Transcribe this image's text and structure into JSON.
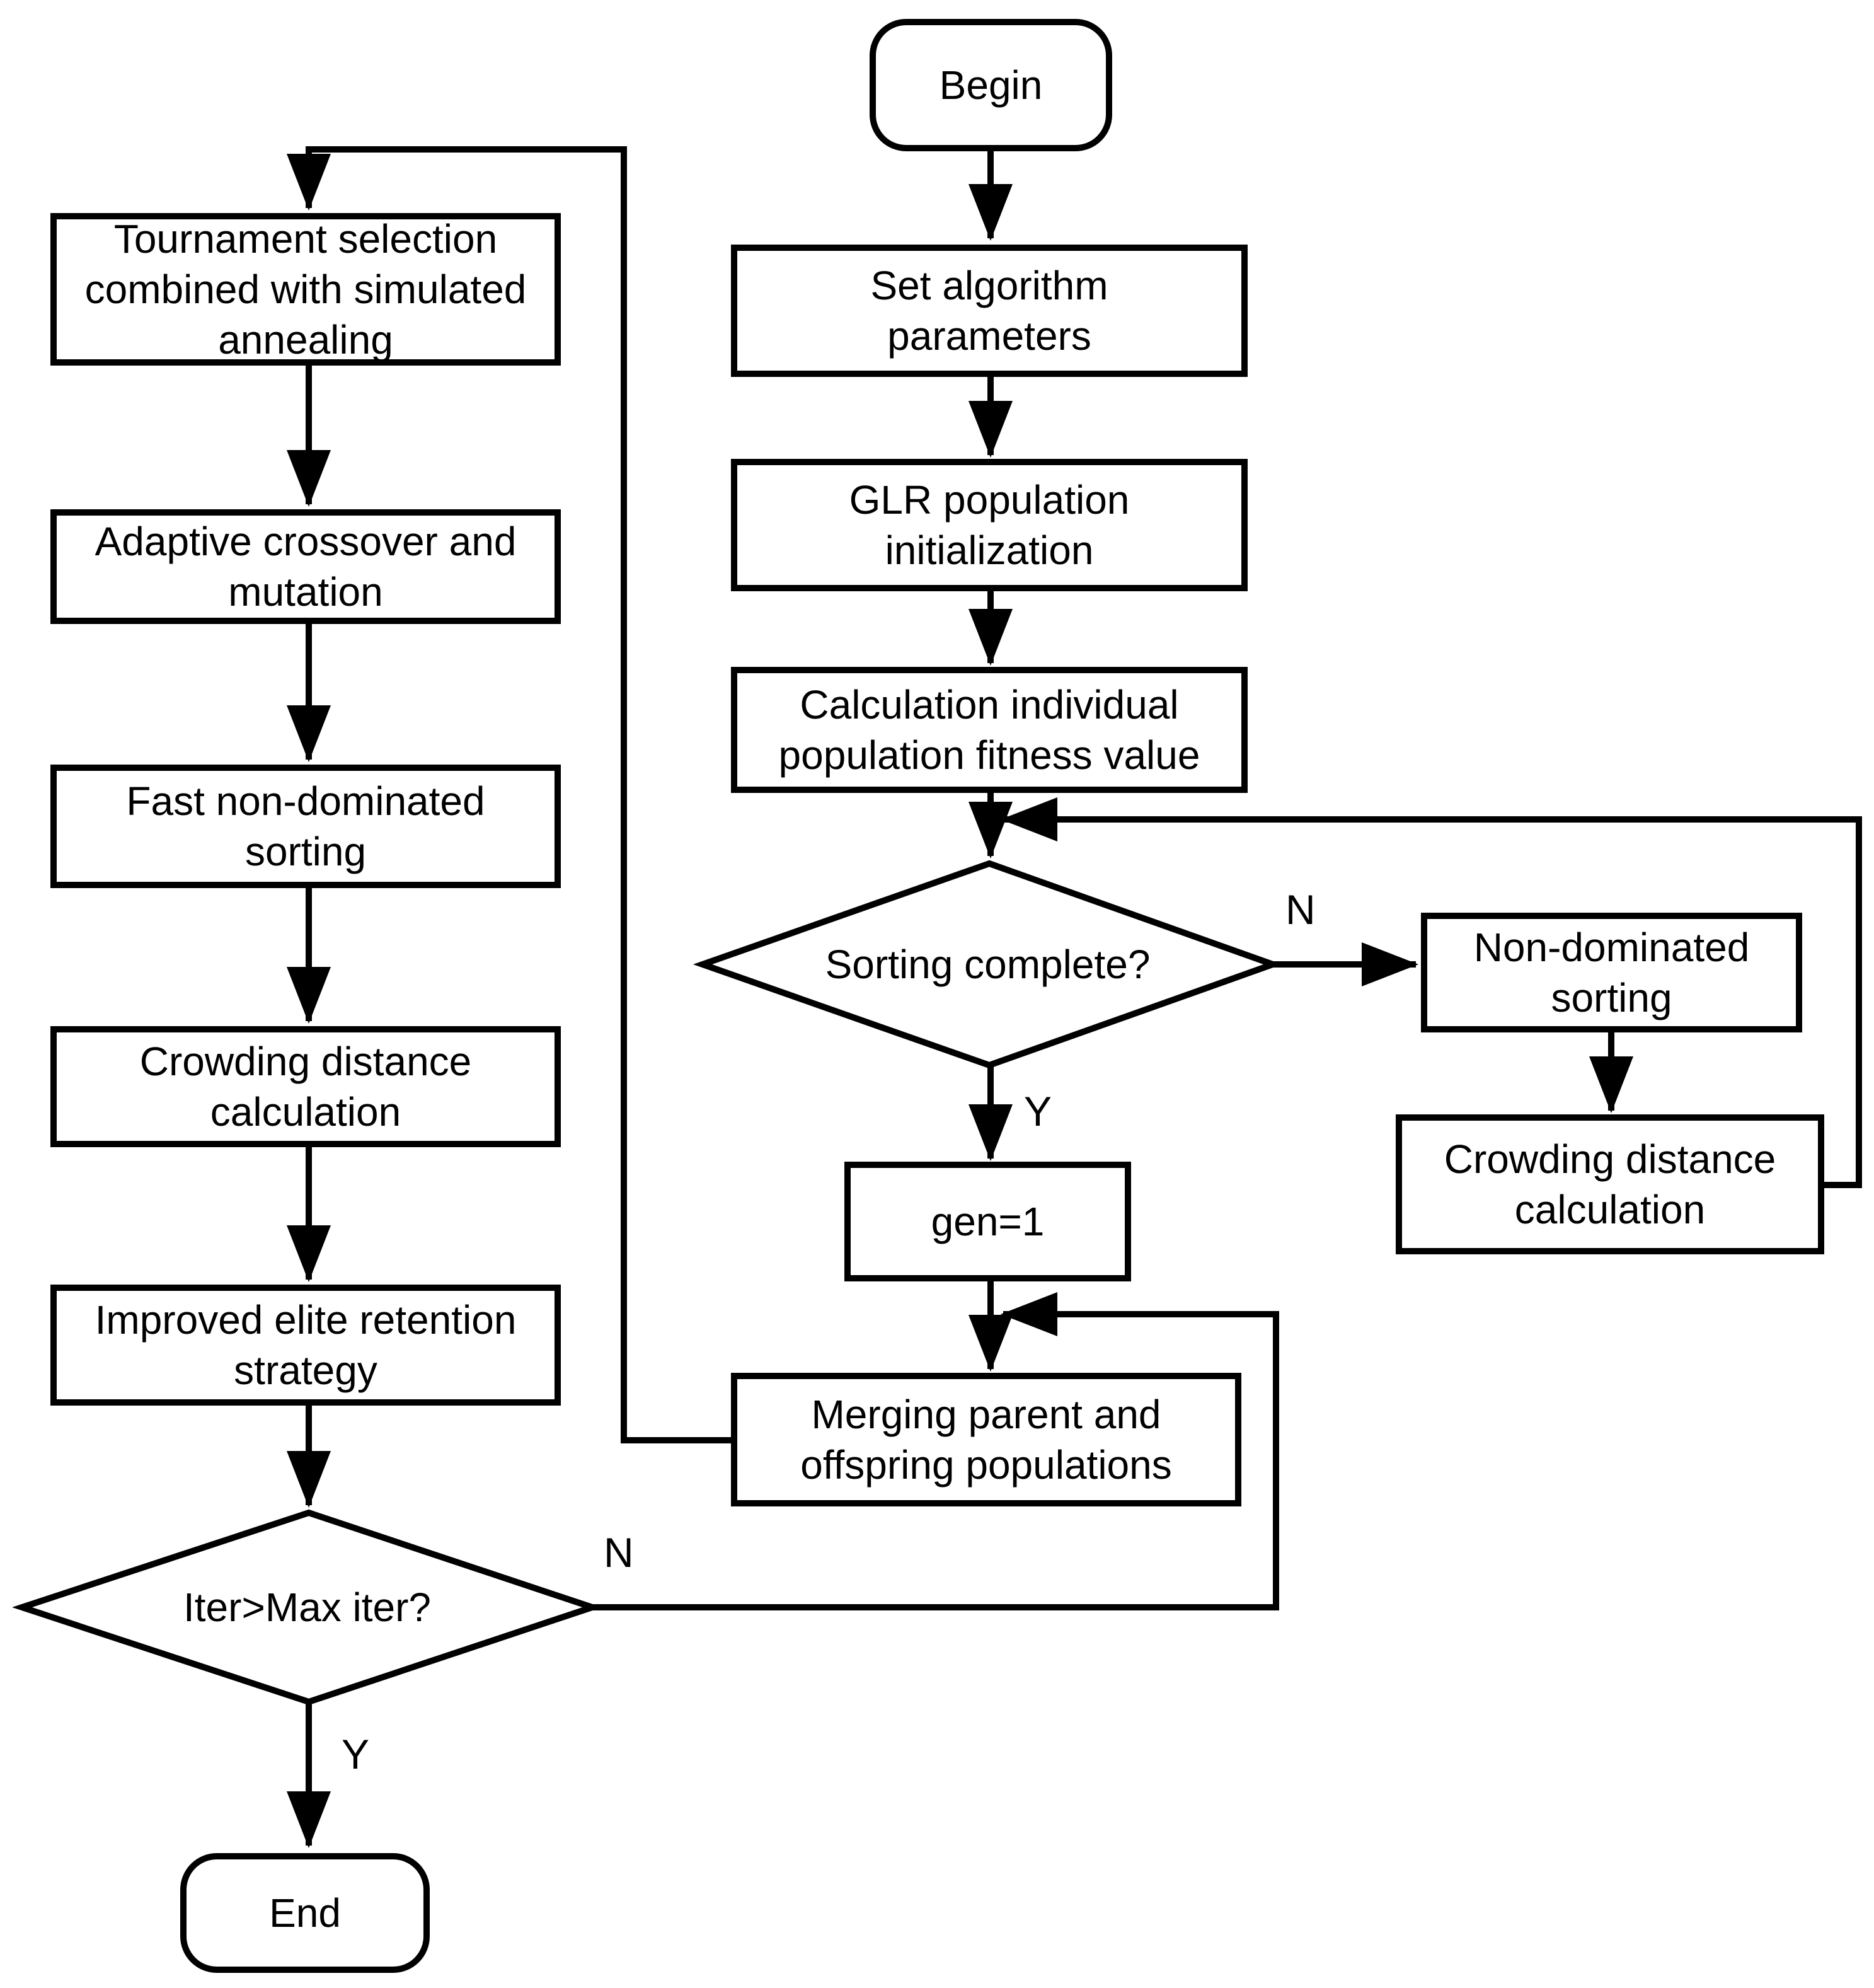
{
  "diagram": {
    "background_color": "#ffffff",
    "stroke_color": "#000000",
    "node_fill_color": "#ffffff",
    "nodes": {
      "begin": {
        "label": "Begin",
        "shape": "rounded-rect"
      },
      "set_params": {
        "label": "Set algorithm parameters",
        "shape": "rect"
      },
      "glr_init": {
        "label": "GLR population initialization",
        "shape": "rect"
      },
      "fitness": {
        "label": "Calculation individual population fitness value",
        "shape": "rect"
      },
      "sorting_complete": {
        "label": "Sorting complete?",
        "shape": "diamond"
      },
      "non_dominated": {
        "label": "Non-dominated sorting",
        "shape": "rect"
      },
      "crowding_right": {
        "label": "Crowding distance calculation",
        "shape": "rect"
      },
      "gen_init": {
        "label": "gen=1",
        "shape": "rect"
      },
      "merging": {
        "label": "Merging parent and offspring populations",
        "shape": "rect"
      },
      "tournament": {
        "label": "Tournament selection combined with simulated annealing",
        "shape": "rect"
      },
      "adaptive": {
        "label": "Adaptive crossover and mutation",
        "shape": "rect"
      },
      "fast_sorting": {
        "label": "Fast non-dominated sorting",
        "shape": "rect"
      },
      "crowding_left": {
        "label": "Crowding distance calculation",
        "shape": "rect"
      },
      "elite": {
        "label": "Improved elite retention strategy",
        "shape": "rect"
      },
      "iter_check": {
        "label": "Iter>Max iter?",
        "shape": "diamond"
      },
      "end": {
        "label": "End",
        "shape": "rounded-rect"
      }
    },
    "branch_labels": {
      "sorting_no": "N",
      "sorting_yes": "Y",
      "iter_no": "N",
      "iter_yes": "Y"
    }
  }
}
